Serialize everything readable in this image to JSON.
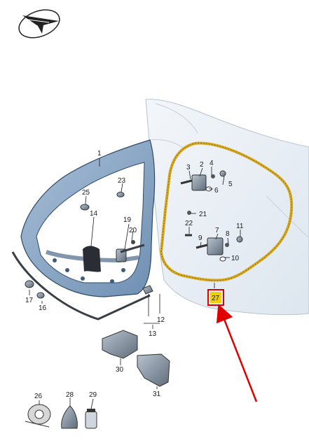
{
  "diagram": {
    "callouts": [
      {
        "id": "1",
        "text": "1"
      },
      {
        "id": "2",
        "text": "2"
      },
      {
        "id": "3",
        "text": "3"
      },
      {
        "id": "4",
        "text": "4"
      },
      {
        "id": "5",
        "text": "5"
      },
      {
        "id": "6",
        "text": "6"
      },
      {
        "id": "7",
        "text": "7"
      },
      {
        "id": "8",
        "text": "8"
      },
      {
        "id": "9",
        "text": "9"
      },
      {
        "id": "10",
        "text": "10"
      },
      {
        "id": "11",
        "text": "11"
      },
      {
        "id": "12",
        "text": "12"
      },
      {
        "id": "13",
        "text": "13"
      },
      {
        "id": "14",
        "text": "14"
      },
      {
        "id": "16",
        "text": "16"
      },
      {
        "id": "17",
        "text": "17"
      },
      {
        "id": "19",
        "text": "19"
      },
      {
        "id": "20",
        "text": "20"
      },
      {
        "id": "21",
        "text": "21"
      },
      {
        "id": "22",
        "text": "22"
      },
      {
        "id": "23",
        "text": "23"
      },
      {
        "id": "25",
        "text": "25"
      },
      {
        "id": "26",
        "text": "26"
      },
      {
        "id": "27",
        "text": "27"
      },
      {
        "id": "28",
        "text": "28"
      },
      {
        "id": "29",
        "text": "29"
      },
      {
        "id": "30",
        "text": "30"
      },
      {
        "id": "31",
        "text": "31"
      }
    ],
    "highlight": {
      "part": "27",
      "box_color": "#e00000",
      "fill_color": "#f2d000",
      "arrow_color": "#e00000"
    },
    "seal_color": "#d7aa22",
    "logo_icon": "plane-in-ellipse-logo"
  }
}
